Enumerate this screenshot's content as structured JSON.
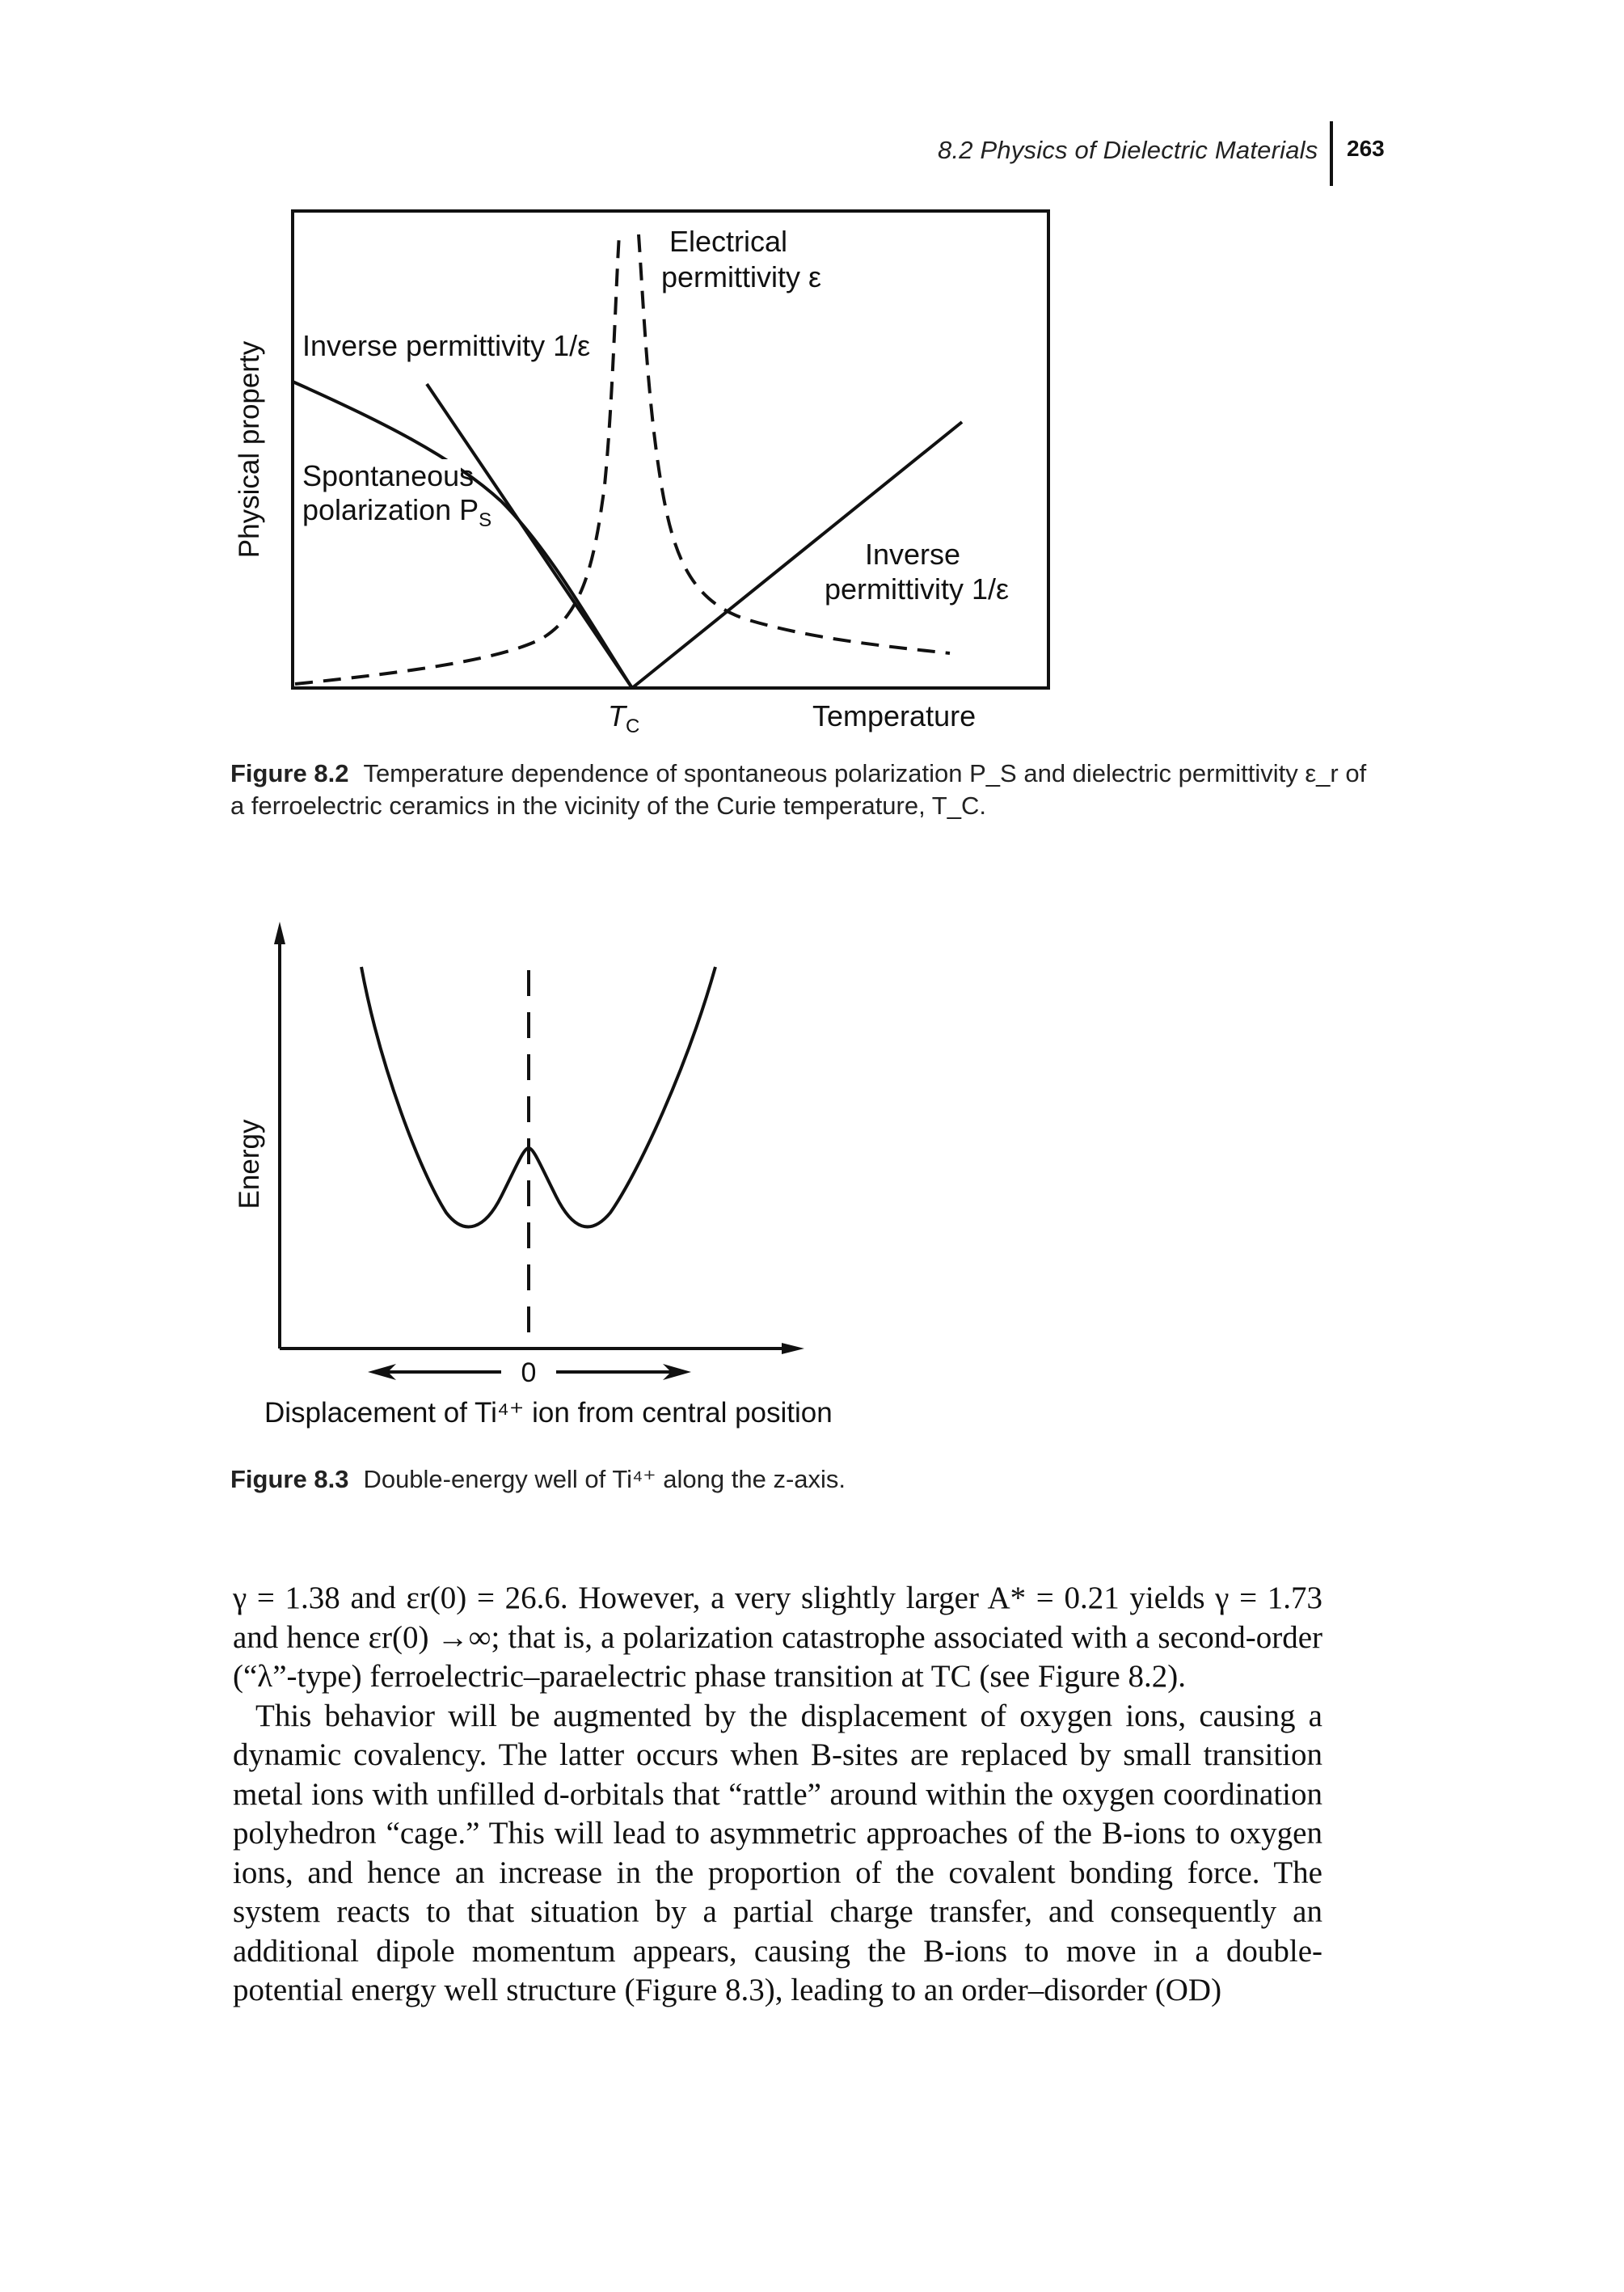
{
  "header": {
    "running_head": "8.2 Physics of Dielectric Materials",
    "page_number": "263"
  },
  "figure_8_2": {
    "y_axis_label": "Physical property",
    "x_axis_label": "Temperature",
    "tc_label": "T",
    "tc_subscript": "C",
    "labels": {
      "electrical_line1": "Electrical",
      "electrical_line2": "permittivity ε",
      "inverse_left": "Inverse permittivity 1/ε",
      "spontaneous_line1": "Spontaneous",
      "spontaneous_line2": "polarization P",
      "spontaneous_sub": "S",
      "inverse_right_line1": "Inverse",
      "inverse_right_line2": "permittivity 1/ε"
    },
    "caption_label": "Figure 8.2",
    "caption_text": "Temperature dependence of spontaneous polarization P_S and dielectric permittivity ε_r of a ferroelectric ceramics in the vicinity of the Curie temperature, T_C."
  },
  "figure_8_3": {
    "y_axis_label": "Energy",
    "zero_label": "0",
    "x_axis_label": "Displacement of Ti⁴⁺ ion from central position",
    "caption_label": "Figure 8.3",
    "caption_text": "Double-energy well of Ti⁴⁺ along the z-axis."
  },
  "body": {
    "paragraph1": "γ = 1.38 and εr(0) = 26.6. However, a very slightly larger A* = 0.21 yields γ = 1.73 and hence εr(0) →∞; that is, a polarization catastrophe associated with a second-order (“λ”-type) ferroelectric–paraelectric phase transition at TC (see Figure 8.2).",
    "paragraph2": "This behavior will be augmented by the displacement of oxygen ions, causing a dynamic covalency. The latter occurs when B-sites are replaced by small transition metal ions with unfilled d-orbitals that “rattle” around within the oxygen coordination polyhedron “cage.” This will lead to asymmetric approaches of the B-ions to oxygen ions, and hence an increase in the proportion of the covalent bonding force. The system reacts to that situation by a partial charge transfer, and consequently an additional dipole momentum appears, causing the B-ions to move in a double-potential energy well structure (Figure 8.3), leading to an order–disorder (OD)"
  }
}
